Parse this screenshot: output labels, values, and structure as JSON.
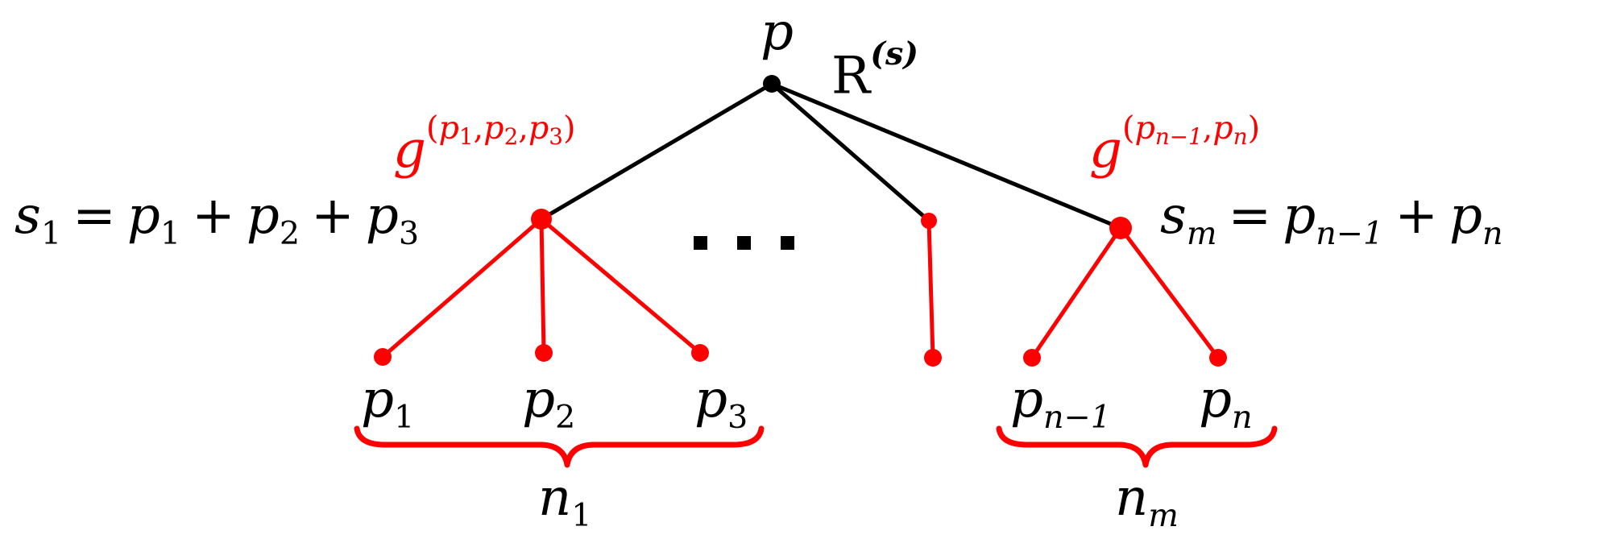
{
  "root": {
    "label": "p",
    "resolvent_main": "R",
    "resolvent_sup": "(s)"
  },
  "group1": {
    "vertex_label": {
      "g": "g",
      "sup_open": "(",
      "p1": "p",
      "p1_sub": "1",
      "comma1": ",",
      "p2": "p",
      "p2_sub": "2",
      "comma2": ",",
      "p3": "p",
      "p3_sub": "3",
      "sup_close": ")"
    },
    "sum_eq": {
      "s": "s",
      "s_sub": "1",
      "eq": "=",
      "t1": "p",
      "t1_sub": "1",
      "plus1": "+",
      "t2": "p",
      "t2_sub": "2",
      "plus2": "+",
      "t3": "p",
      "t3_sub": "3"
    },
    "leaves": [
      {
        "label": "p",
        "sub": "1"
      },
      {
        "label": "p",
        "sub": "2"
      },
      {
        "label": "p",
        "sub": "3"
      }
    ],
    "count": {
      "label": "n",
      "sub": "1"
    }
  },
  "ellipsis": "...",
  "groupm": {
    "vertex_label": {
      "g": "g",
      "sup_open": "(",
      "p1": "p",
      "p1_sub": "n−1",
      "comma": ",",
      "p2": "p",
      "p2_sub": "n",
      "sup_close": ")"
    },
    "sum_eq": {
      "s": "s",
      "s_sub": "m",
      "eq": "=",
      "t1": "p",
      "t1_sub": "n−1",
      "plus": "+",
      "t2": "p",
      "t2_sub": "n"
    },
    "leaves": [
      {
        "label": "p",
        "sub": "n−1"
      },
      {
        "label": "p",
        "sub": "n"
      }
    ],
    "count": {
      "label": "n",
      "sub": "m"
    }
  },
  "colors": {
    "tree_edges": "#000000",
    "group_edges": "#ff0000",
    "group_labels": "#ff0000"
  }
}
